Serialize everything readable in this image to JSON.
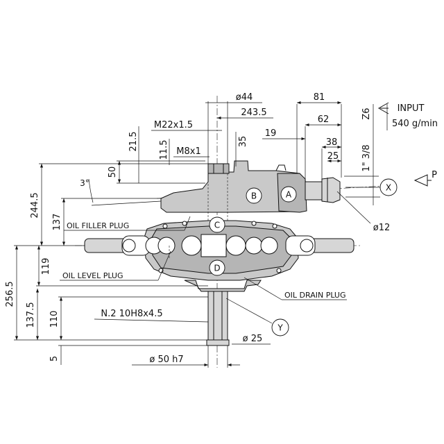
{
  "dimensions": {
    "d44": "ø44",
    "d81": "81",
    "d243": "243.5",
    "d62": "62",
    "m22": "M22x1.5",
    "d19": "19",
    "d38": "38",
    "d25top": "25",
    "d215": "21.5",
    "d115": "11.5",
    "m8": "M8x1",
    "d35": "35",
    "d50": "50",
    "angle": "3°",
    "d2445": "244.5",
    "d137": "137",
    "d119": "119",
    "d2565": "256.5",
    "d1375": "137.5",
    "d110": "110",
    "d5": "5",
    "d12": "ø12",
    "phi25": "ø 25",
    "phi50": "ø 50 h7",
    "spline": "N.2 10H8x4.5",
    "z6": "Z6",
    "in38": "1\" 3/8"
  },
  "labels": {
    "input": "INPUT",
    "rpm": "540 g/min",
    "p": "P",
    "oil_filler": "OIL FILLER PLUG",
    "oil_level": "OIL LEVEL PLUG",
    "oil_drain": "OIL DRAIN PLUG"
  },
  "markers": {
    "a": "A",
    "b": "B",
    "c": "C",
    "d": "D",
    "x": "X",
    "y": "Y"
  }
}
